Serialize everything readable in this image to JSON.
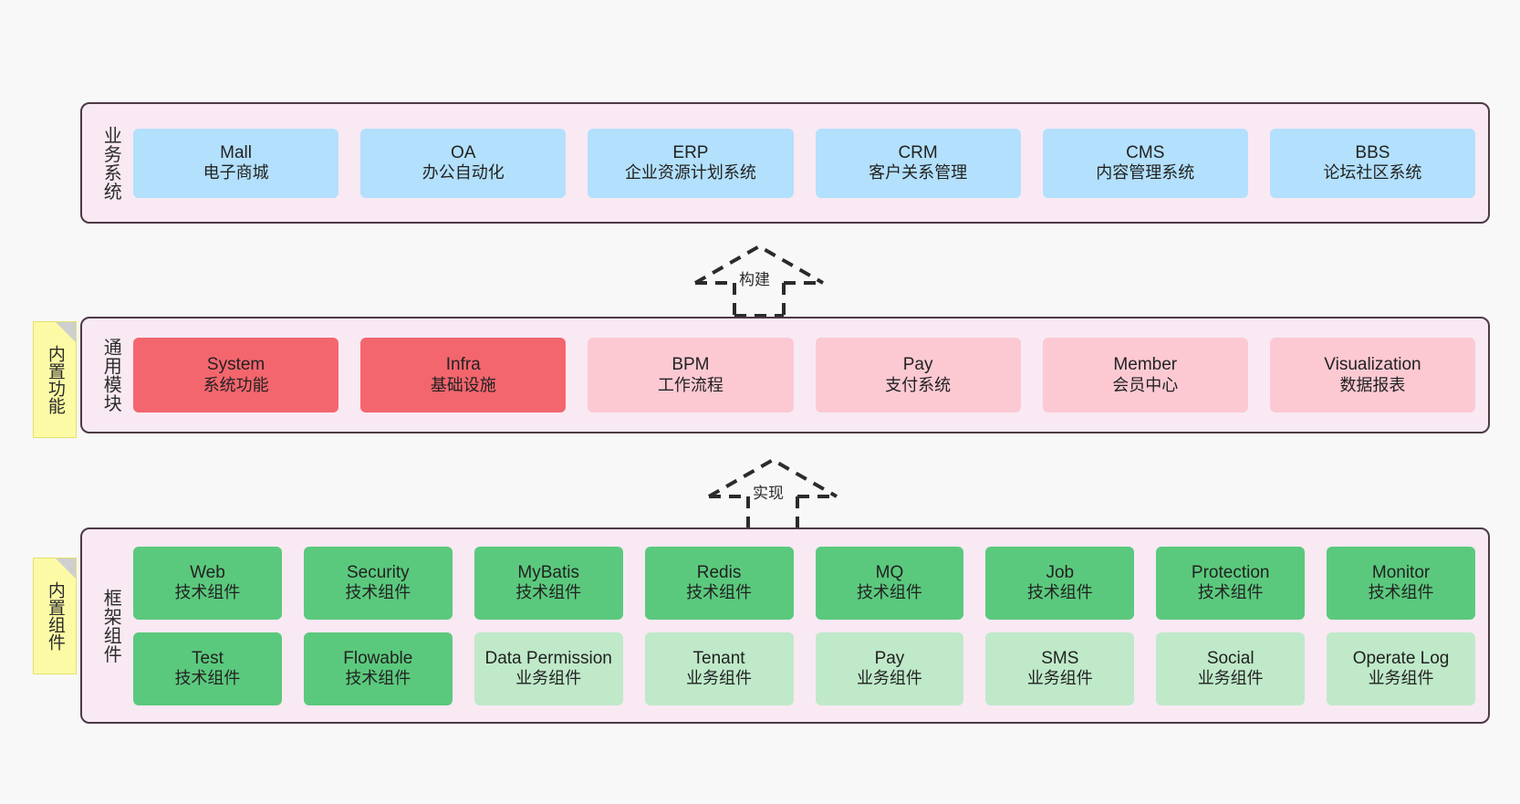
{
  "background": "#f8f8f8",
  "layers": [
    {
      "id": "business",
      "title": "业务系统",
      "cards": [
        {
          "en": "Mall",
          "cn": "电子商城"
        },
        {
          "en": "OA",
          "cn": "办公自动化"
        },
        {
          "en": "ERP",
          "cn": "企业资源计划系统"
        },
        {
          "en": "CRM",
          "cn": "客户关系管理"
        },
        {
          "en": "CMS",
          "cn": "内容管理系统"
        },
        {
          "en": "BBS",
          "cn": "论坛社区系统"
        }
      ]
    },
    {
      "id": "common",
      "title": "通用模块",
      "note": "内置功能",
      "cards": [
        {
          "en": "System",
          "cn": "系统功能",
          "color": "#f4666e"
        },
        {
          "en": "Infra",
          "cn": "基础设施",
          "color": "#f4666e"
        },
        {
          "en": "BPM",
          "cn": "工作流程",
          "color": "#fcc9d3"
        },
        {
          "en": "Pay",
          "cn": "支付系统",
          "color": "#fcc9d3"
        },
        {
          "en": "Member",
          "cn": "会员中心",
          "color": "#fcc9d3"
        },
        {
          "en": "Visualization",
          "cn": "数据报表",
          "color": "#fcc9d3"
        }
      ]
    },
    {
      "id": "framework",
      "title": "框架组件",
      "note": "内置组件",
      "row_top": [
        {
          "en": "Web",
          "cn": "技术组件",
          "color": "#5bc97d"
        },
        {
          "en": "Security",
          "cn": "技术组件",
          "color": "#5bc97d"
        },
        {
          "en": "MyBatis",
          "cn": "技术组件",
          "color": "#5bc97d"
        },
        {
          "en": "Redis",
          "cn": "技术组件",
          "color": "#5bc97d"
        },
        {
          "en": "MQ",
          "cn": "技术组件",
          "color": "#5bc97d"
        },
        {
          "en": "Job",
          "cn": "技术组件",
          "color": "#5bc97d"
        },
        {
          "en": "Protection",
          "cn": "技术组件",
          "color": "#5bc97d"
        },
        {
          "en": "Monitor",
          "cn": "技术组件",
          "color": "#5bc97d"
        }
      ],
      "row_bottom": [
        {
          "en": "Test",
          "cn": "技术组件",
          "color": "#5bc97d"
        },
        {
          "en": "Flowable",
          "cn": "技术组件",
          "color": "#5bc97d"
        },
        {
          "en": "Data Permission",
          "cn": "业务组件",
          "color": "#bfe9c9"
        },
        {
          "en": "Tenant",
          "cn": "业务组件",
          "color": "#bfe9c9"
        },
        {
          "en": "Pay",
          "cn": "业务组件",
          "color": "#bfe9c9"
        },
        {
          "en": "SMS",
          "cn": "业务组件",
          "color": "#bfe9c9"
        },
        {
          "en": "Social",
          "cn": "业务组件",
          "color": "#bfe9c9"
        },
        {
          "en": "Operate Log",
          "cn": "业务组件",
          "color": "#bfe9c9"
        }
      ]
    }
  ],
  "arrows": [
    {
      "id": "build",
      "label": "构建"
    },
    {
      "id": "implement",
      "label": "实现"
    }
  ]
}
